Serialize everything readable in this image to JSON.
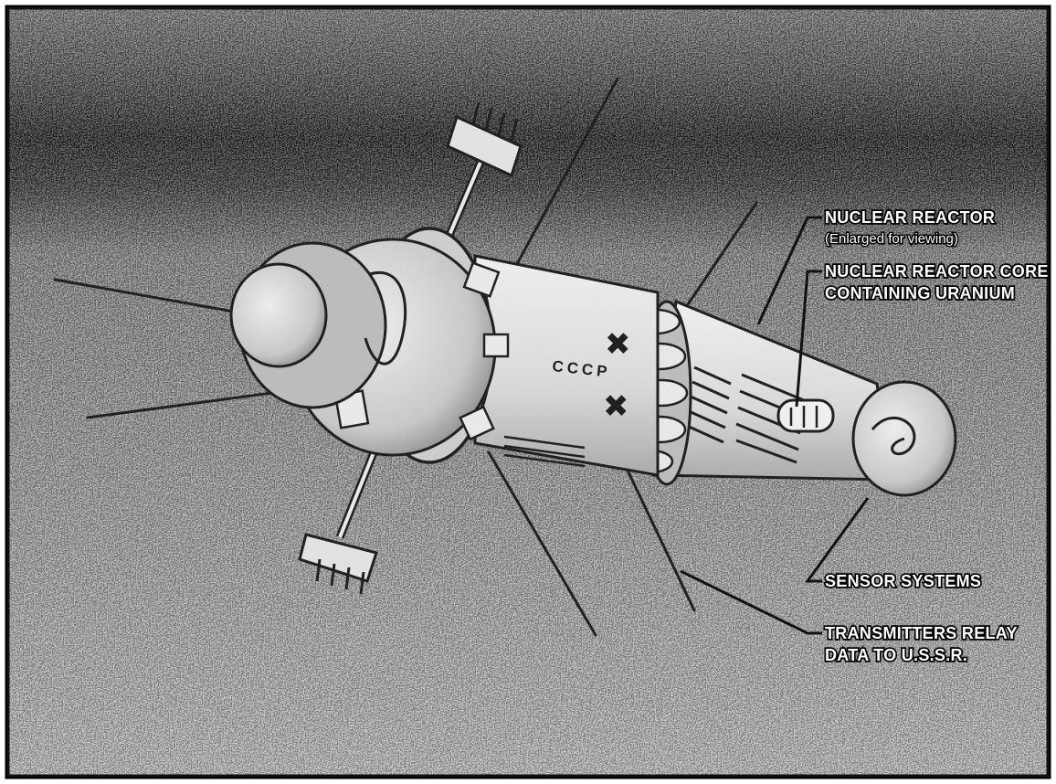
{
  "labels": {
    "reactor": "NUCLEAR REACTOR",
    "reactor_note": "(Enlarged for viewing)",
    "core_line1": "NUCLEAR REACTOR CORE",
    "core_line2": "CONTAINING URANIUM",
    "sensors": "SENSOR SYSTEMS",
    "transmitters_line1": "TRANSMITTERS RELAY",
    "transmitters_line2": "DATA TO U.S.S.R."
  },
  "hull_marking": "CCCP",
  "colors": {
    "background": "#8d8d8d",
    "dark_band": "#1d1d1d",
    "body_light": "#e9e9e9",
    "ink": "#111111",
    "frame": "#000000"
  }
}
